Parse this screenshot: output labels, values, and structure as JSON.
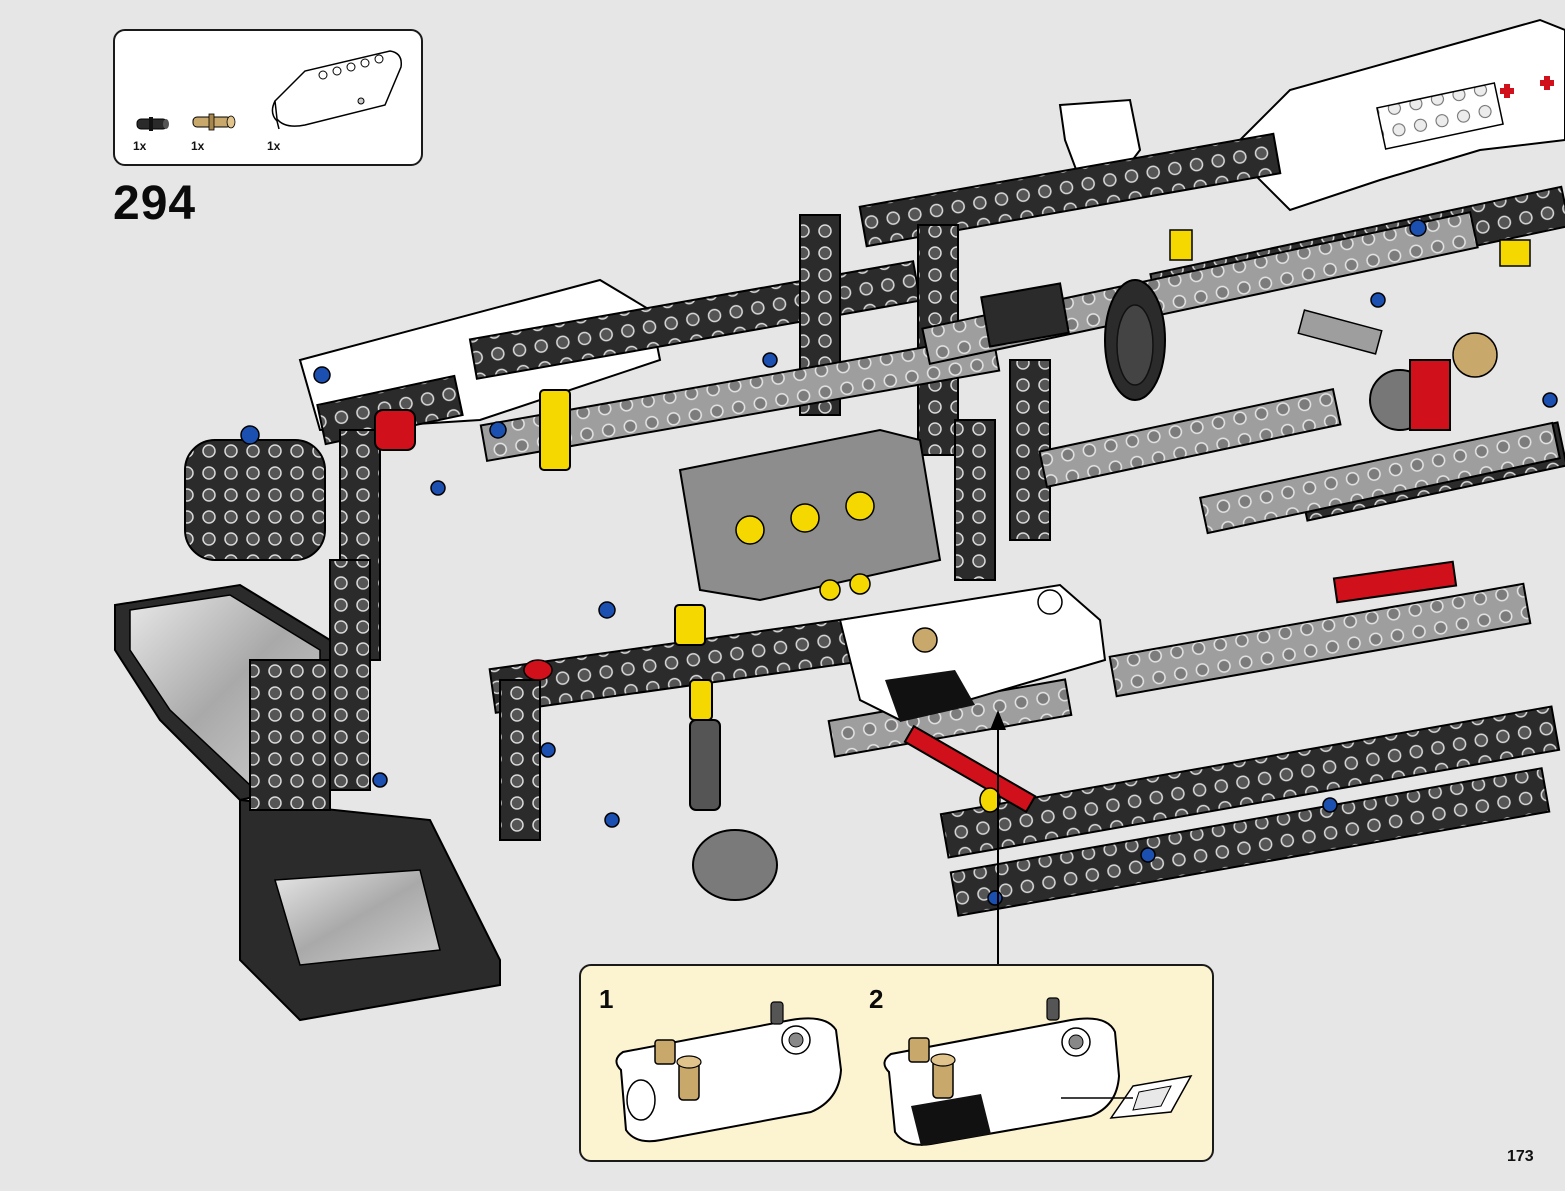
{
  "colors": {
    "page_background": "#e6e6e6",
    "callout_background": "#fcf3d1",
    "beam_black": "#2b2b2b",
    "beam_grey": "#9e9e9e",
    "part_white": "#ffffff",
    "accent_red": "#d0101a",
    "accent_yellow": "#f5d800",
    "accent_blue": "#1b4fb0",
    "part_tan": "#c9a96b"
  },
  "parts_list": [
    {
      "icon": "black-pin-icon",
      "quantity": "1x"
    },
    {
      "icon": "tan-axle-pin-icon",
      "quantity": "1x"
    },
    {
      "icon": "white-panel-icon",
      "quantity": "1x"
    }
  ],
  "step": {
    "number": "294"
  },
  "callout": {
    "sub_steps": [
      {
        "number": "1",
        "icon": "panel-with-pin-icon"
      },
      {
        "number": "2",
        "icon": "panel-with-sticker-icon"
      }
    ]
  },
  "page": {
    "number": "173"
  }
}
